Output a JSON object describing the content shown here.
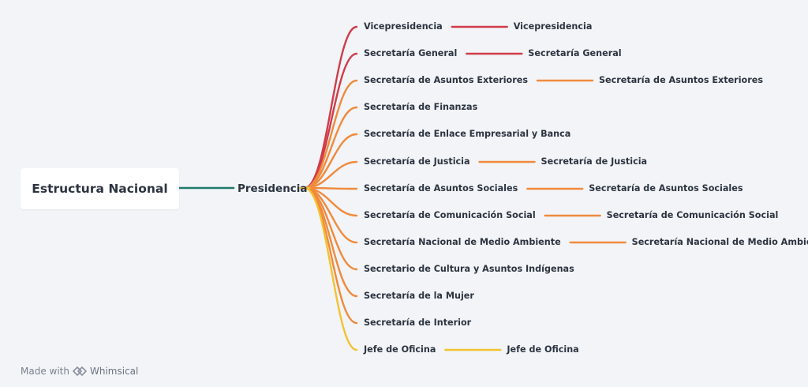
{
  "root": {
    "label": "Estructura Nacional"
  },
  "hub": {
    "label": "Presidencia"
  },
  "colors": {
    "root_link": "#1f7a6c",
    "hub_dot": "#f2c230",
    "red": "#d03c4a",
    "orange": "#f08a3c",
    "yellow": "#f2c230",
    "text": "#2c3440"
  },
  "branches": [
    {
      "label": "Vicepresidencia",
      "child": "Vicepresidencia",
      "color": "red"
    },
    {
      "label": "Secretaría General",
      "child": "Secretaría General",
      "color": "red"
    },
    {
      "label": "Secretaría de Asuntos Exteriores",
      "child": "Secretaría de Asuntos Exteriores",
      "color": "orange"
    },
    {
      "label": "Secretaría de Finanzas",
      "child": "",
      "color": "orange"
    },
    {
      "label": "Secretaría de Enlace Empresarial y Banca",
      "child": "",
      "color": "orange"
    },
    {
      "label": "Secretaría de Justicia",
      "child": "Secretaría de Justicia",
      "color": "orange"
    },
    {
      "label": "Secretaría de Asuntos Sociales",
      "child": "Secretaría de Asuntos Sociales",
      "color": "orange"
    },
    {
      "label": "Secretaría de Comunicación Social",
      "child": "Secretaría de Comunicación Social",
      "color": "orange"
    },
    {
      "label": "Secretaría Nacional de Medio Ambiente",
      "child": "Secretaría Nacional de Medio Ambiente",
      "color": "orange"
    },
    {
      "label": "Secretario de Cultura y Asuntos Indígenas",
      "child": "",
      "color": "orange"
    },
    {
      "label": "Secretaría de la Mujer",
      "child": "",
      "color": "orange"
    },
    {
      "label": "Secretaría de Interior",
      "child": "",
      "color": "orange"
    },
    {
      "label": "Jefe de Oficina",
      "child": "Jefe de Oficina",
      "color": "yellow"
    }
  ],
  "footer": {
    "prefix": "Made with",
    "brand": "Whimsical",
    "logo_icon": "whimsical-logo-icon"
  }
}
